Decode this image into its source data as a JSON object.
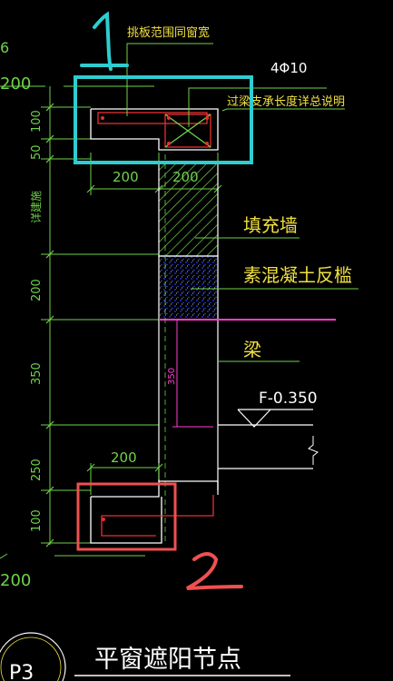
{
  "labels": {
    "top_note": "挑板范围同窗宽",
    "rebar": "4Φ10",
    "lintel_note": "过梁支承长度详总说明",
    "infill_wall": "填充墙",
    "plain_concrete_sill": "素混凝土反槛",
    "beam": "梁",
    "level": "F-0.350",
    "window_height": "详建施",
    "detail_title": "平窗遮阳节点",
    "detail_id": "P3",
    "edge_top_a": "6",
    "edge_top_b": "200",
    "edge_bottom": "200"
  },
  "dimensions": {
    "top_w1": "200",
    "top_w2": "200",
    "v_100_top": "100",
    "v_50": "50",
    "v_200": "200",
    "v_350": "350",
    "v_350_inner": "350",
    "v_250": "250",
    "v_100_bottom": "100",
    "bottom_w": "200"
  },
  "annotations": {
    "marker_1": "1",
    "marker_2": "2"
  },
  "colors": {
    "background": "#000000",
    "cad_yellow": "#f0e040",
    "cad_green": "#6fd24a",
    "cad_white": "#ffffff",
    "cad_red": "#e83030",
    "magenta": "#ff3fd0",
    "cyan_box": "#2ecdd0",
    "red_box": "#f05050"
  }
}
